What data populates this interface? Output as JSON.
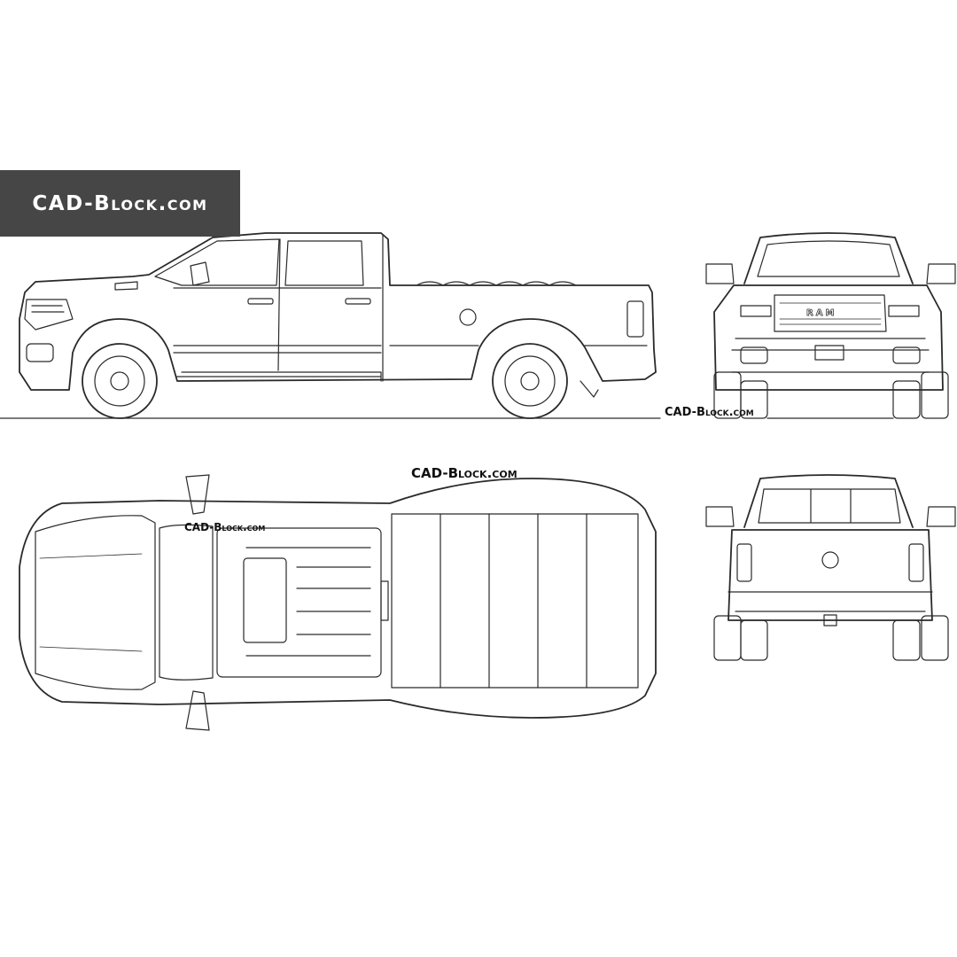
{
  "banner": {
    "text": "CAD-Block.com"
  },
  "watermarks": {
    "front_view": "CAD-Block.com",
    "top_view_center": "CAD-Block.com",
    "top_view_cab": "CAD-Block.com"
  },
  "views": {
    "side": {
      "label": "side-view"
    },
    "front": {
      "label": "front-view",
      "grille_text": "RAM"
    },
    "top": {
      "label": "top-view"
    },
    "rear": {
      "label": "rear-view"
    }
  },
  "colors": {
    "line": "#2a2a2a",
    "banner_bg": "#464646",
    "banner_text": "#ffffff"
  }
}
